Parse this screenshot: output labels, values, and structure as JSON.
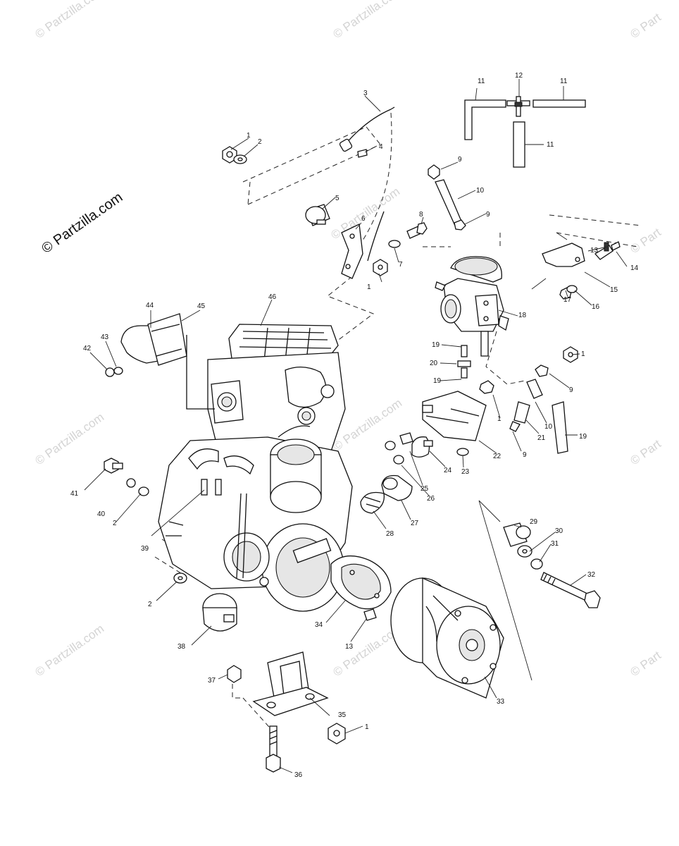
{
  "brand": "© Partzilla.com",
  "watermark": "© Partzilla.com",
  "watermark_partial": "© Part",
  "callouts": [
    "1",
    "2",
    "3",
    "4",
    "5",
    "6",
    "7",
    "8",
    "9",
    "10",
    "11",
    "12",
    "13",
    "14",
    "15",
    "16",
    "17",
    "18",
    "19",
    "20",
    "21",
    "22",
    "23",
    "24",
    "25",
    "26",
    "27",
    "28",
    "29",
    "30",
    "31",
    "32",
    "33",
    "34",
    "35",
    "36",
    "37",
    "38",
    "39",
    "40",
    "41",
    "42",
    "43",
    "44",
    "45",
    "46"
  ]
}
